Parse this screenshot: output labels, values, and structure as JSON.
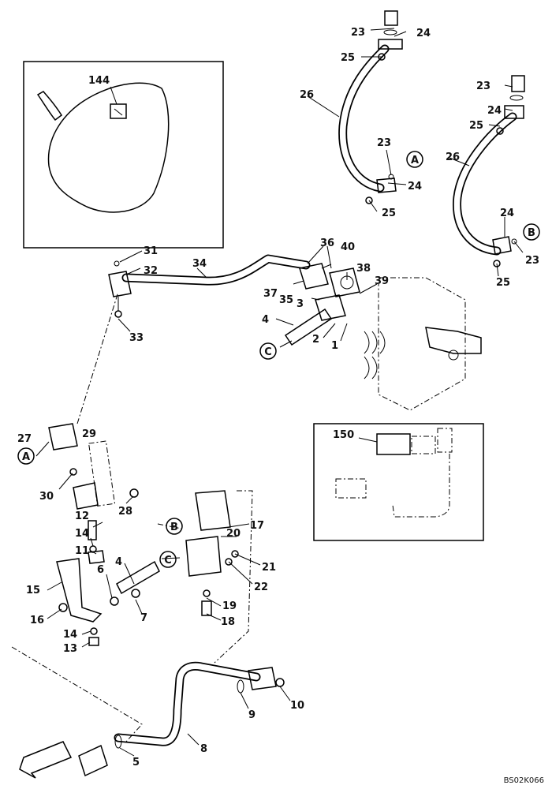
{
  "drawing_code": "BS02K066",
  "callouts": [
    {
      "id": "c144",
      "text": "144"
    },
    {
      "id": "c150",
      "text": "150"
    },
    {
      "id": "c23a",
      "text": "23"
    },
    {
      "id": "c24a",
      "text": "24"
    },
    {
      "id": "c25a",
      "text": "25"
    },
    {
      "id": "c26a",
      "text": "26"
    },
    {
      "id": "c23b",
      "text": "23"
    },
    {
      "id": "c24b",
      "text": "24"
    },
    {
      "id": "c25b",
      "text": "25"
    },
    {
      "id": "c23c",
      "text": "23"
    },
    {
      "id": "c24c",
      "text": "24"
    },
    {
      "id": "c25c",
      "text": "25"
    },
    {
      "id": "c26b",
      "text": "26"
    },
    {
      "id": "c24d",
      "text": "24"
    },
    {
      "id": "c23d",
      "text": "23"
    },
    {
      "id": "c25d",
      "text": "25"
    },
    {
      "id": "c31",
      "text": "31"
    },
    {
      "id": "c32",
      "text": "32"
    },
    {
      "id": "c34",
      "text": "34"
    },
    {
      "id": "c33",
      "text": "33"
    },
    {
      "id": "c36",
      "text": "36"
    },
    {
      "id": "c40",
      "text": "40"
    },
    {
      "id": "c37",
      "text": "37"
    },
    {
      "id": "c35a",
      "text": "35"
    },
    {
      "id": "c38",
      "text": "38"
    },
    {
      "id": "c39",
      "text": "39"
    },
    {
      "id": "c3",
      "text": "3"
    },
    {
      "id": "c4a",
      "text": "4"
    },
    {
      "id": "c2",
      "text": "2"
    },
    {
      "id": "c1",
      "text": "1"
    },
    {
      "id": "c27",
      "text": "27"
    },
    {
      "id": "c29",
      "text": "29"
    },
    {
      "id": "c30",
      "text": "30"
    },
    {
      "id": "c28",
      "text": "28"
    },
    {
      "id": "c17",
      "text": "17"
    },
    {
      "id": "c20",
      "text": "20"
    },
    {
      "id": "c21",
      "text": "21"
    },
    {
      "id": "c22",
      "text": "22"
    },
    {
      "id": "c19",
      "text": "19"
    },
    {
      "id": "c18",
      "text": "18"
    },
    {
      "id": "c12",
      "text": "12"
    },
    {
      "id": "c14a",
      "text": "14"
    },
    {
      "id": "c11",
      "text": "11"
    },
    {
      "id": "c4b",
      "text": "4"
    },
    {
      "id": "c6",
      "text": "6"
    },
    {
      "id": "c15",
      "text": "15"
    },
    {
      "id": "c16",
      "text": "16"
    },
    {
      "id": "c7",
      "text": "7"
    },
    {
      "id": "c14b",
      "text": "14"
    },
    {
      "id": "c13",
      "text": "13"
    },
    {
      "id": "c9",
      "text": "9"
    },
    {
      "id": "c10",
      "text": "10"
    },
    {
      "id": "c8",
      "text": "8"
    },
    {
      "id": "c5",
      "text": "5"
    }
  ],
  "refs": [
    {
      "id": "rA1",
      "text": "A"
    },
    {
      "id": "rB1",
      "text": "B"
    },
    {
      "id": "rC1",
      "text": "C"
    },
    {
      "id": "rA2",
      "text": "A"
    },
    {
      "id": "rB2",
      "text": "B"
    },
    {
      "id": "rC2",
      "text": "C"
    }
  ]
}
